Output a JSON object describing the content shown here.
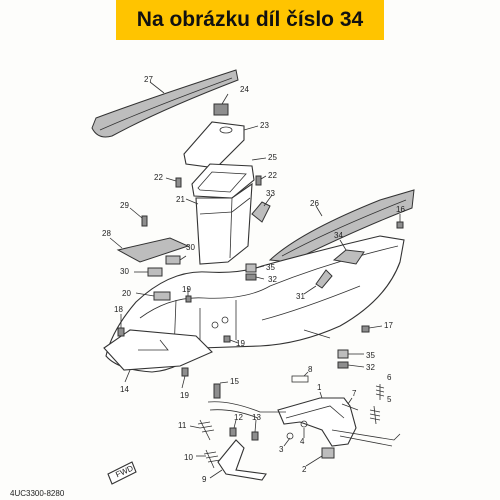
{
  "banner": {
    "text": "Na obrázku díl číslo 34",
    "color": "#ffc400"
  },
  "diagram_code": "4UC3300-8280",
  "front_marker": "FWD",
  "part_numbers": [
    "1",
    "2",
    "3",
    "4",
    "5",
    "6",
    "7",
    "8",
    "9",
    "10",
    "11",
    "12",
    "13",
    "14",
    "15",
    "16",
    "17",
    "18",
    "19",
    "20",
    "21",
    "22",
    "23",
    "24",
    "25",
    "26",
    "27",
    "28",
    "29",
    "30",
    "31",
    "32",
    "33",
    "34",
    "35"
  ]
}
